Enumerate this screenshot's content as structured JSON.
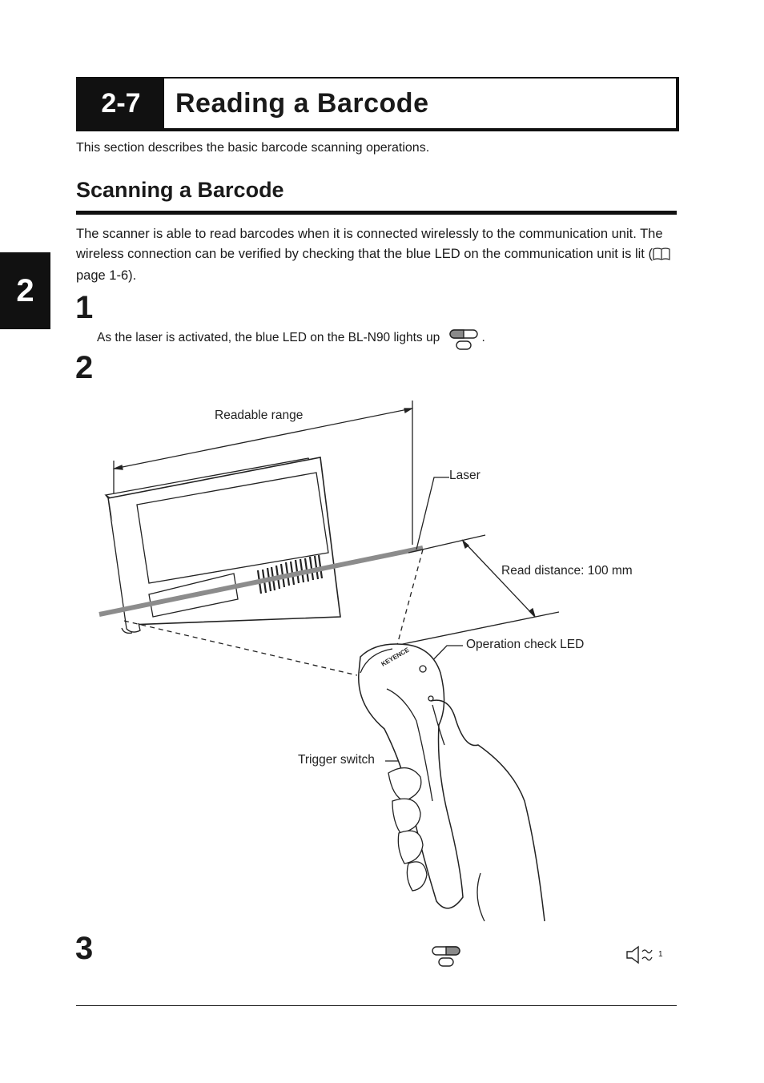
{
  "section": {
    "number": "2-7",
    "title": "Reading a Barcode"
  },
  "intro": "This section describes the basic barcode scanning operations.",
  "subsection": {
    "title": "Scanning a Barcode",
    "para_before_icon": "The scanner is able to read barcodes when it is connected wirelessly to the communication unit. The wireless connection can be verified by checking that the blue LED on the communication unit is lit (",
    "para_after_icon": " page 1-6)."
  },
  "chapter_tab": "2",
  "steps": [
    {
      "number": "1",
      "description": "As the laser is activated, the blue LED on the BL-N90 lights up",
      "description_end": "."
    },
    {
      "number": "2"
    },
    {
      "number": "3",
      "footnote_mark": "1"
    }
  ],
  "figure": {
    "labels": {
      "readable_range": "Readable range",
      "laser": "Laser",
      "read_distance": "Read distance: 100 mm",
      "operation_led": "Operation check LED",
      "trigger": "Trigger switch"
    },
    "scanner_brand": "KEYENCE"
  },
  "icons": {
    "book": "book-icon",
    "led_left_lit": "led-indicator-icon",
    "led_right_lit": "led-indicator-icon",
    "buzzer": "buzzer-icon"
  }
}
